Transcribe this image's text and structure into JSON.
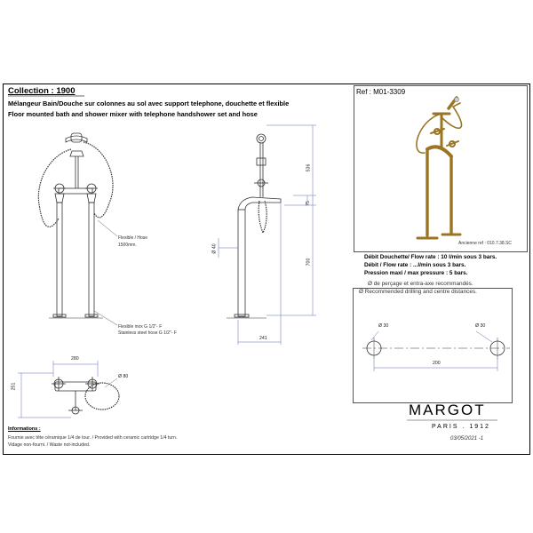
{
  "header": {
    "collection": "Collection : 1900",
    "title_fr": "Mélangeur Bain/Douche sur colonnes au sol avec support telephone, douchette et flexible",
    "title_en": "Floor mounted bath and shower mixer with telephone handshower set and hose"
  },
  "reference": {
    "ref": "Ref : M01-3309",
    "former_ref": "Ancienne ref : 010.7.38.SC"
  },
  "specs": {
    "flow_shower": "Débit Douchette/ Flow rate : 10 l/min sous 3 bars.",
    "flow_rate": "Débit / Flow rate : ...l/min sous 3 bars.",
    "pressure": "Pression maxi / max pressure : 5 bars."
  },
  "drilling": {
    "label_fr": "Ø de perçage et entra-axe recommandés.",
    "label_en": "Ø Recommended drilling and centre distances.",
    "hole_left": "Ø 30",
    "hole_right": "Ø 30",
    "distance": "200"
  },
  "front_view": {
    "hose_label_1": "Flexible / Hose",
    "hose_label_2": "1500mm.",
    "inox_label_1": "Flexible inox G 1/2\"- F",
    "inox_label_2": "Stainless steel hose G 1/2\"- F"
  },
  "side_view": {
    "dim_536": "536",
    "dim_75": "75",
    "dim_700": "700",
    "dim_d40": "Ø 40",
    "dim_241": "241"
  },
  "top_view": {
    "dim_280": "280",
    "dim_251": "251",
    "dim_d80": "Ø 80"
  },
  "info": {
    "heading": "Informations :",
    "line1": "Fournie avec tête céramique 1/4 de tour. / Provided with ceramic cartridge 1/4 turn.",
    "line2": "Vidage non-fourni. / Waste not-included."
  },
  "brand": {
    "name": "MARGOT",
    "tagline": "PARIS . 1912",
    "date": "03/05/2021 -1"
  },
  "colors": {
    "brass": "#b08a2c",
    "line": "#333333",
    "dim": "#5b6fb5"
  }
}
